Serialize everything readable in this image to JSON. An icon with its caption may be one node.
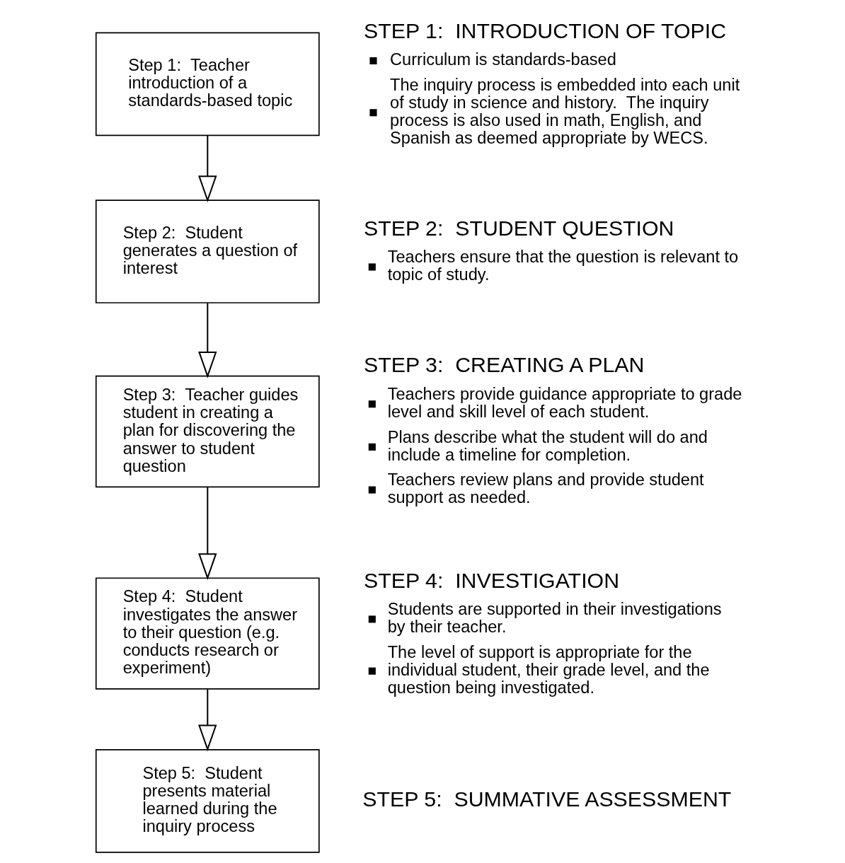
{
  "diagram": {
    "nodes": [
      {
        "text": [
          "Step 1:  Teacher introduction of a standards-based topic"
        ],
        "beside": [
          "STEP 1:  INTRODUCTION OF TOPIC",
          "Curriculum is standards-based",
          "The inquiry process is embedded into each unit of study in science and history.  The inquiry process is also used in math, English, and Spanish as deemed appropriate by WECS."
        ]
      },
      {
        "text": [
          "Step 2:  Student generates a question of interest"
        ],
        "beside": [
          "STEP 2:  STUDENT QUESTION",
          "Teachers ensure that the question is relevant to topic of study."
        ]
      },
      {
        "text": [
          "Step 3:  Teacher guides student in creating a plan for discovering the answer to student question"
        ],
        "beside": [
          "STEP 3:  CREATING A PLAN",
          "Teachers provide guidance appropriate to grade level and skill level of each student.",
          "Plans describe what the student will do and include a timeline for completion.",
          "Teachers review plans and provide student support as needed."
        ]
      },
      {
        "text": [
          "Step 4:  Student investigates the answer to their question (e.g. conducts research or experiment)"
        ],
        "beside": [
          "STEP 4:  INVESTIGATION",
          "Students are supported in their investigations by their teacher.",
          "The level of support is appropriate for the individual student, their grade level, and the question being investigated."
        ]
      },
      {
        "text": [
          "Step 5:  Student presents material learned during the inquiry process"
        ],
        "beside": [
          "STEP 5:  SUMMATIVE ASSESSMENT"
        ]
      }
    ],
    "edges": [
      {
        "from": 0,
        "to": 1,
        "arrow": "to"
      },
      {
        "from": 1,
        "to": 2,
        "arrow": "to"
      },
      {
        "from": 2,
        "to": 3,
        "arrow": "to"
      },
      {
        "from": 3,
        "to": 4,
        "arrow": "to"
      }
    ]
  }
}
